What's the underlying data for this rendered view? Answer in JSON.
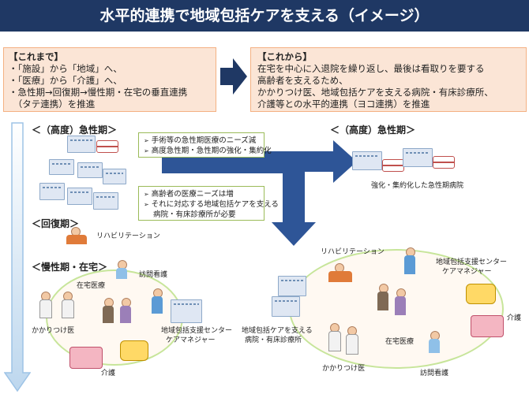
{
  "title": "水平的連携で地域包括ケアを支える（イメージ）",
  "before": {
    "header": "【これまで】",
    "lines": [
      "・「施設」から「地域」へ、",
      "・「医療」から「介護」へ、",
      "・急性期→回復期→慢性期・在宅の垂直連携",
      "　（タテ連携）を推進"
    ]
  },
  "after": {
    "header": "【これから】",
    "lines": [
      "在宅を中心に入退院を繰り返し、最後は看取りを要する",
      "高齢者を支えるため、",
      "かかりつけ医、地域包括ケアを支える病院・有床診療所、",
      "介護等との水平的連携（ヨコ連携）を推進"
    ]
  },
  "left": {
    "acute": "＜（高度）急性期＞",
    "recovery": "＜回復期＞",
    "chronic": "＜慢性期・在宅＞",
    "rehab": "リハビリテーション",
    "home_medical": "在宅医療",
    "home_visit_nurse": "訪問看護",
    "family_doctor": "かかりつけ医",
    "care": "介護",
    "support_center": "地域包括支援センター",
    "care_manager": "ケアマネジャー"
  },
  "notes": {
    "top": [
      "手術等の急性期医療のニーズ減",
      "高度急性期・急性期の強化・集約化"
    ],
    "mid": [
      "高齢者の医療ニーズは増",
      "それに対応する地域包括ケアを支える",
      "病院・有床診療所が必要"
    ],
    "bullet": "➢"
  },
  "right": {
    "acute": "＜（高度）急性期＞",
    "acute_caption": "強化・集約化した急性期病院",
    "rehab": "リハビリテーション",
    "support_center": "地域包括支援センター",
    "care_manager": "ケアマネジャー",
    "care": "介護",
    "hospital_label_1": "地域包括ケアを支える",
    "hospital_label_2": "病院・有床診療所",
    "home_medical": "在宅医療",
    "family_doctor": "かかりつけ医",
    "home_visit_nurse": "訪問看護"
  },
  "colors": {
    "title_bg": "#1f3864",
    "box_bg": "#fbe5d6",
    "arrow_navy": "#1f3864",
    "big_arrow": "#2e5597",
    "ring_green": "#c7e59a",
    "note_border": "#9bbb59",
    "left_arrow": "#9dc3e6"
  }
}
